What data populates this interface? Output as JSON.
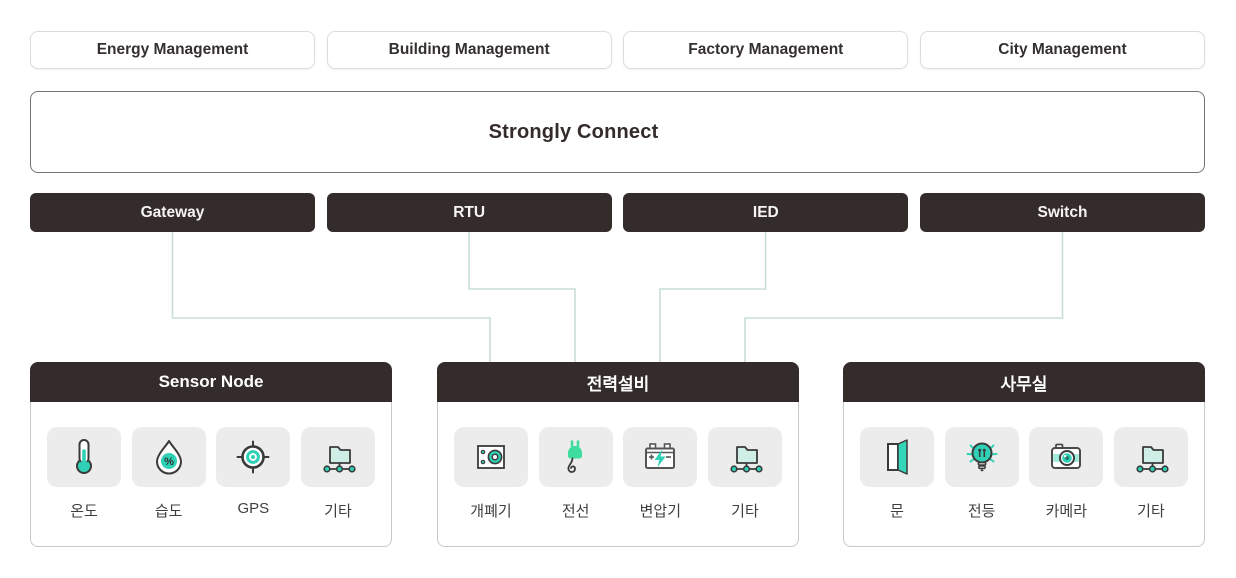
{
  "top_services": [
    {
      "label": "Energy Management"
    },
    {
      "label": "Building Management"
    },
    {
      "label": "Factory Management"
    },
    {
      "label": "City Management"
    }
  ],
  "strongly_connect": {
    "label": "Strongly Connect"
  },
  "devices": [
    {
      "label": "Gateway"
    },
    {
      "label": "RTU"
    },
    {
      "label": "IED"
    },
    {
      "label": "Switch"
    }
  ],
  "panels": [
    {
      "title": "Sensor Node",
      "items": [
        {
          "label": "온도",
          "icon": "thermometer-icon"
        },
        {
          "label": "습도",
          "icon": "humidity-icon"
        },
        {
          "label": "GPS",
          "icon": "gps-icon"
        },
        {
          "label": "기타",
          "icon": "network-icon"
        }
      ]
    },
    {
      "title": "전력설비",
      "items": [
        {
          "label": "개폐기",
          "icon": "switchgear-icon"
        },
        {
          "label": "전선",
          "icon": "plug-icon"
        },
        {
          "label": "변압기",
          "icon": "transformer-icon"
        },
        {
          "label": "기타",
          "icon": "network-icon"
        }
      ]
    },
    {
      "title": "사무실",
      "items": [
        {
          "label": "문",
          "icon": "door-icon"
        },
        {
          "label": "전등",
          "icon": "lightbulb-icon"
        },
        {
          "label": "카메라",
          "icon": "camera-icon"
        },
        {
          "label": "기타",
          "icon": "network-icon"
        }
      ]
    }
  ],
  "connections": [
    {
      "from": "Gateway",
      "to": "개폐기"
    },
    {
      "from": "RTU",
      "to": "전선"
    },
    {
      "from": "IED",
      "to": "변압기"
    },
    {
      "from": "Switch",
      "to": "기타"
    }
  ],
  "icon_text": {
    "humidity_percent": "%"
  },
  "colors": {
    "dark": "#332c2b",
    "accent_teal": "#2ed1b5",
    "plug_green": "#3edd9d",
    "connector_line": "#c9ded9",
    "tile_gray": "#ececec",
    "folder_mint": "#cfeee6"
  }
}
